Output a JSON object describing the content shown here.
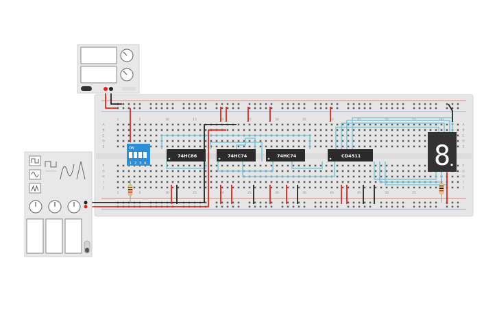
{
  "breadboard": {
    "row_labels_top": [
      "A",
      "B",
      "C",
      "D",
      "E"
    ],
    "row_labels_bottom": [
      "F",
      "G",
      "H",
      "I",
      "J"
    ],
    "column_numbers": [
      "1",
      "5",
      "10",
      "15",
      "20",
      "25",
      "30",
      "35",
      "40",
      "45",
      "50",
      "55",
      "60"
    ]
  },
  "chips": [
    {
      "id": "chip-1",
      "label": "74HC86"
    },
    {
      "id": "chip-2",
      "label": "74HC74"
    },
    {
      "id": "chip-3",
      "label": "74HC74"
    },
    {
      "id": "chip-4",
      "label": "CD4511"
    }
  ],
  "dip_switch": {
    "label": "ON",
    "switch_numbers": [
      "1",
      "2",
      "3",
      "4"
    ]
  },
  "seven_segment": {
    "digit": "8"
  },
  "function_generator": {
    "waveform_icons": [
      "square-wave-icon",
      "sine-wave-icon",
      "triangle-wave-icon"
    ],
    "knob_count": 3,
    "display_count": 3
  },
  "power_supply": {
    "display_count": 2,
    "knob_count": 2
  },
  "colors": {
    "wire_red": "#e0241b",
    "wire_black": "#222222",
    "wire_blue": "#7fc6dc",
    "breadboard": "#e6e6e6",
    "chip": "#2b2b2b",
    "dip_switch": "#2e8fd6",
    "seven_segment_body": "#333333"
  }
}
